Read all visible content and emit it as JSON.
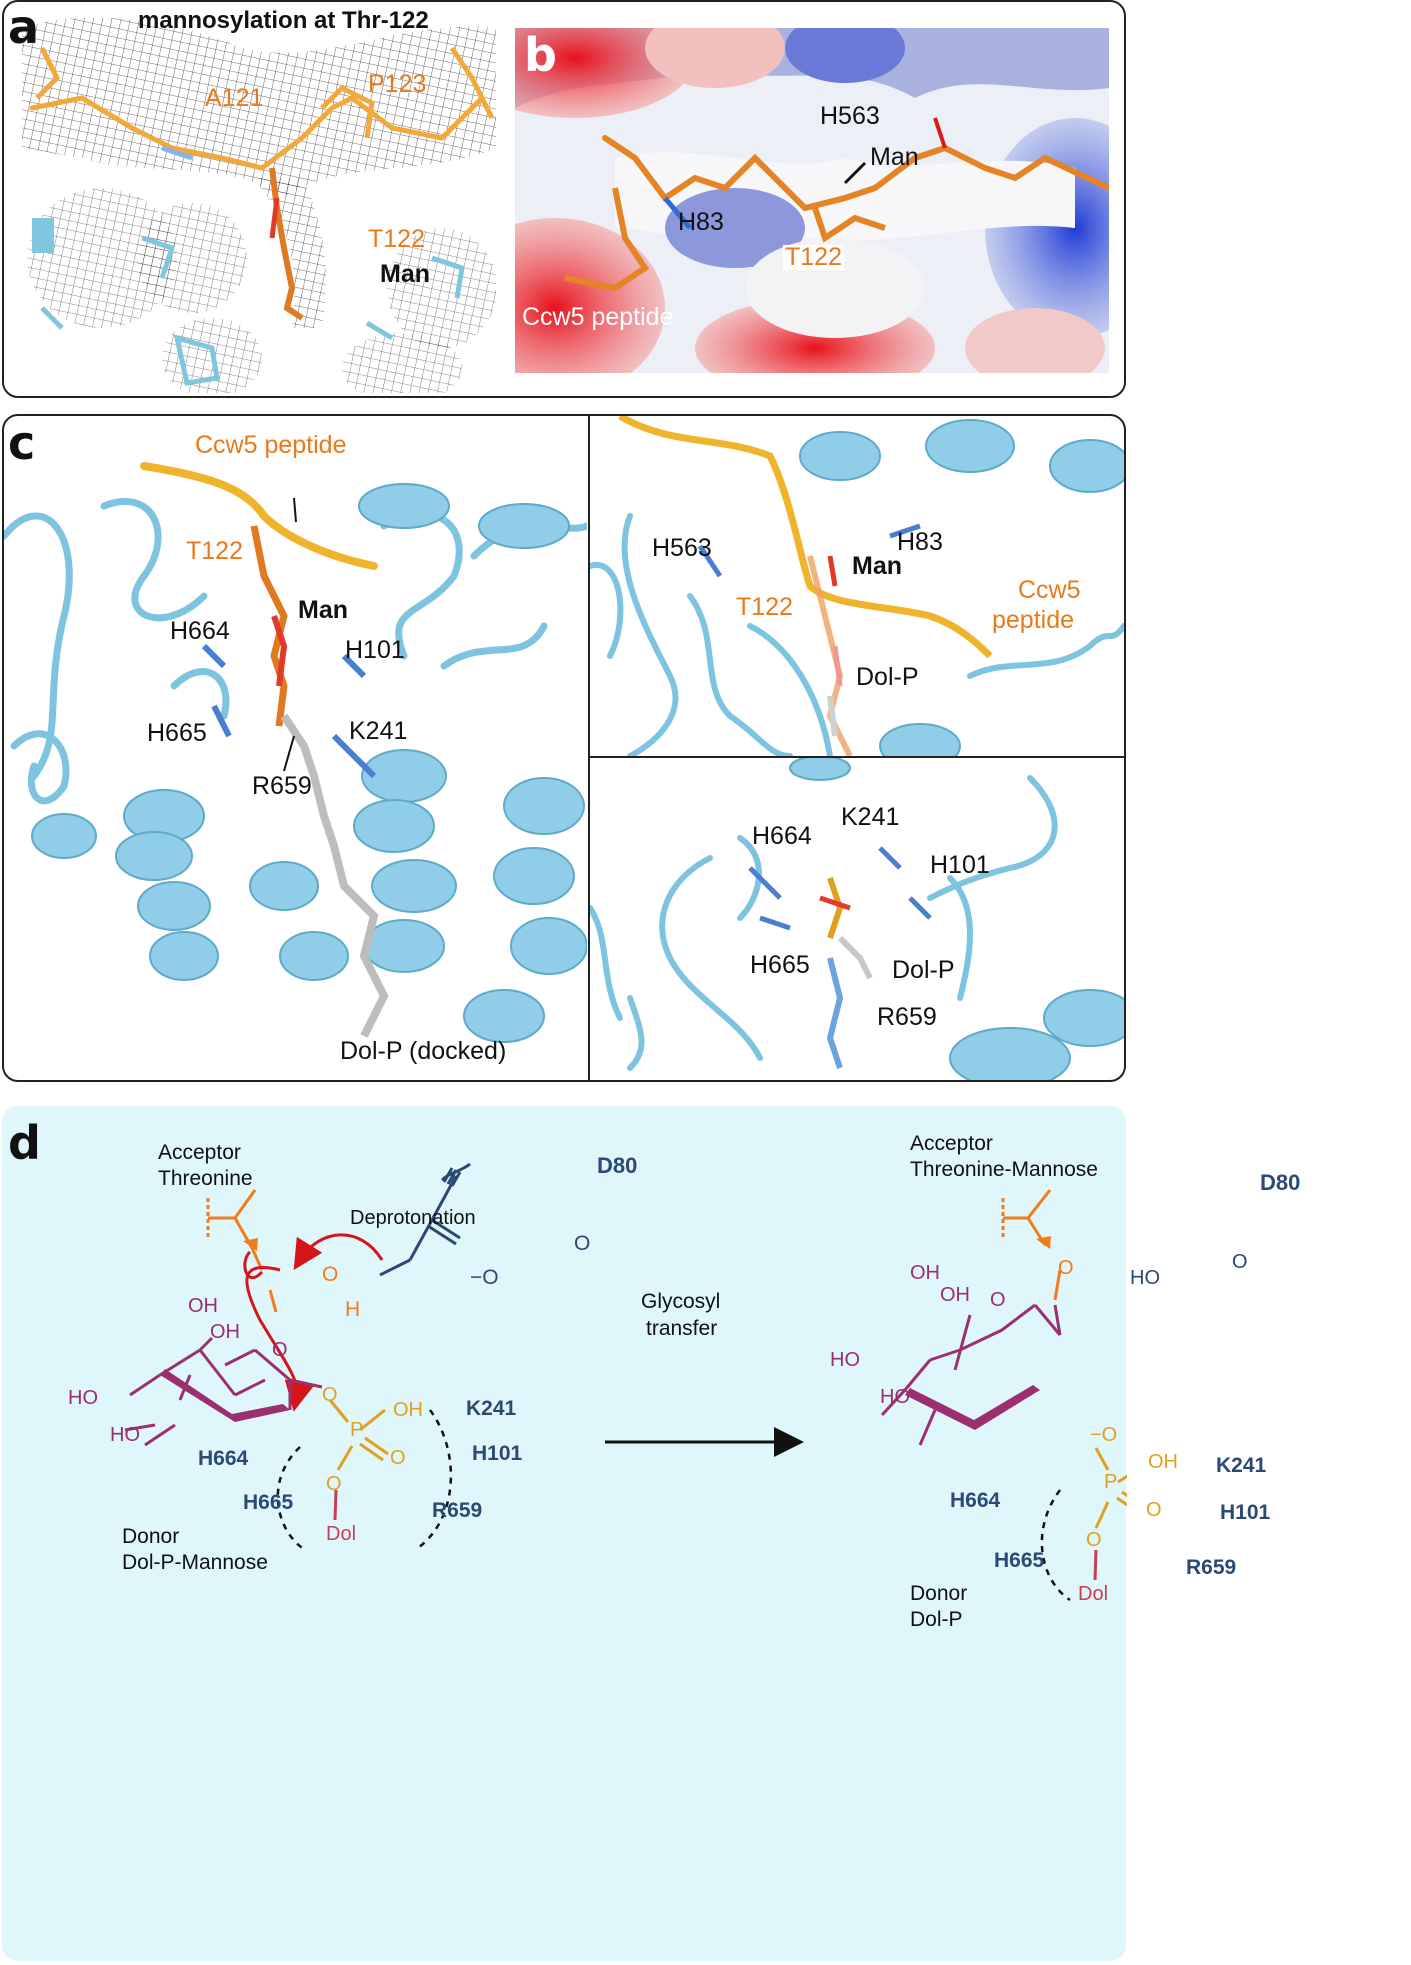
{
  "panel_a": {
    "letter": "a",
    "title": "mannosylation at Thr-122",
    "labels": {
      "a121": "A121",
      "p123": "P123",
      "t122": "T122",
      "man": "Man"
    }
  },
  "panel_b": {
    "letter": "b",
    "labels": {
      "h563": "H563",
      "man": "Man",
      "h83": "H83",
      "t122": "T122",
      "ccw5": "Ccw5 peptide"
    }
  },
  "panel_c": {
    "letter": "c",
    "main": {
      "ccw5": "Ccw5 peptide",
      "t122": "T122",
      "man": "Man",
      "h664": "H664",
      "h101": "H101",
      "h665": "H665",
      "k241": "K241",
      "r659": "R659",
      "dolp": "Dol-P (docked)"
    },
    "top_right": {
      "h563": "H563",
      "h83": "H83",
      "man": "Man",
      "t122": "T122",
      "ccw5_line1": "Ccw5",
      "ccw5_line2": "peptide",
      "dolp": "Dol-P"
    },
    "bottom_right": {
      "h664": "H664",
      "k241": "K241",
      "h101": "H101",
      "h665": "H665",
      "dolp": "Dol-P",
      "r659": "R659"
    }
  },
  "panel_d": {
    "letter": "d",
    "left": {
      "acceptor_line1": "Acceptor",
      "acceptor_line2": "Threonine",
      "deprotonation": "Deprotonation",
      "d80": "D80",
      "o_minus": "−O",
      "o_dbl": "O",
      "o": "O",
      "h": "H",
      "oh1": "OH",
      "oh2": "OH",
      "ho1": "HO",
      "ho2": "HO",
      "ring_o": "O",
      "o_link": "O",
      "p": "P",
      "p_oh": "OH",
      "p_o": "O",
      "o_lower": "O",
      "dol": "Dol",
      "k241": "K241",
      "h101": "H101",
      "h664": "H664",
      "h665": "H665",
      "r659": "R659",
      "donor_line1": "Donor",
      "donor_line2": "Dol-P-Mannose"
    },
    "arrow": {
      "line1": "Glycosyl",
      "line2": "transfer"
    },
    "right": {
      "acceptor_line1": "Acceptor",
      "acceptor_line2": "Threonine-Mannose",
      "d80": "D80",
      "ho_acid": "HO",
      "o_acid": "O",
      "o_link": "O",
      "oh1": "OH",
      "oh2": "OH",
      "ho1": "HO",
      "ho2": "HO",
      "ring_o": "O",
      "o_minus": "−O",
      "p": "P",
      "p_oh": "OH",
      "p_o": "O",
      "o_lower": "O",
      "dol": "Dol",
      "k241": "K241",
      "h101": "H101",
      "h664": "H664",
      "h665": "H665",
      "r659": "R659",
      "donor_line1": "Donor",
      "donor_line2": "Dol-P"
    }
  },
  "colors": {
    "peptide_orange": "#e87a1a",
    "helix_blue": "#8ecae6",
    "navy_residue": "#2b4a73",
    "mannose_purple": "#9c2f6f",
    "phosphate_yellow": "#e0a020",
    "arrow_red": "#d4161b",
    "panel_d_bg": "#dff6fb"
  }
}
